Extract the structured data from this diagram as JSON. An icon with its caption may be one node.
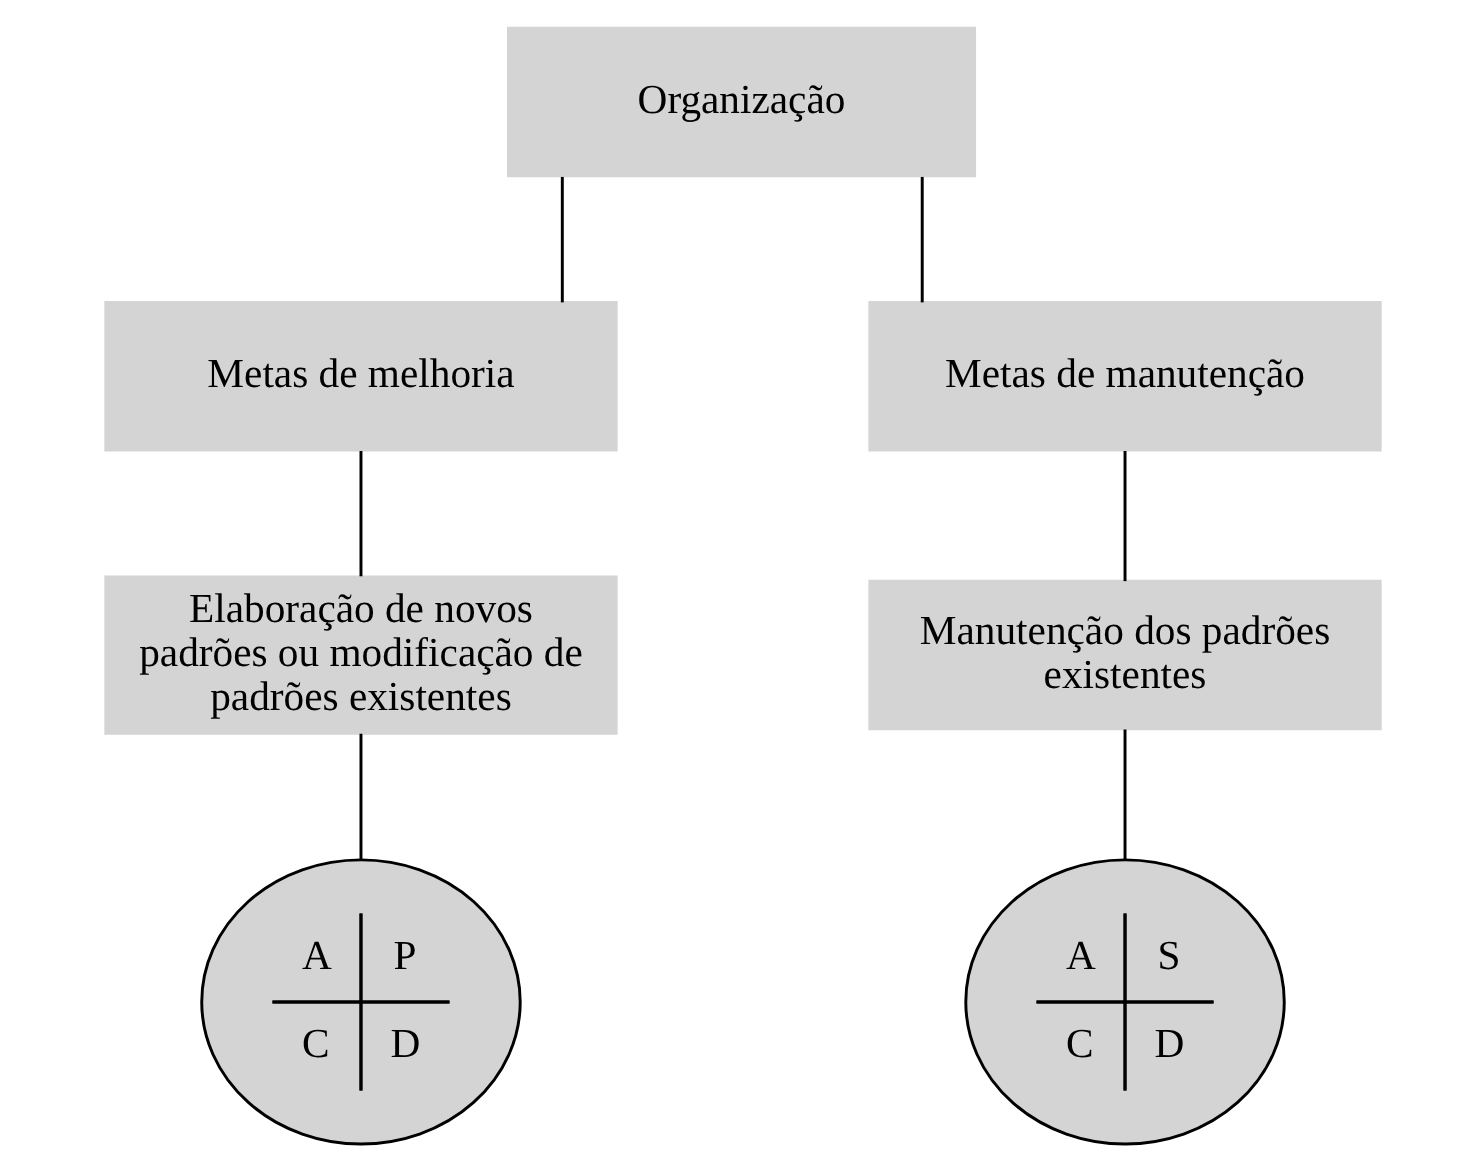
{
  "diagram": {
    "nodes": [
      {
        "text": [
          "Organização"
        ]
      },
      {
        "text": [
          "Metas de melhoria"
        ]
      },
      {
        "text": [
          "Metas de manutenção"
        ]
      },
      {
        "text": [
          "Elaboração de novos padrões ou modificação de padrões existentes"
        ]
      },
      {
        "text": [
          "Manutenção dos padrões existentes"
        ]
      },
      {
        "text": [
          "A",
          "P",
          "C",
          "D"
        ]
      },
      {
        "text": [
          "A",
          "S",
          "C",
          "D"
        ]
      }
    ],
    "edges": [
      {
        "from": 0,
        "to": 1,
        "arrow": "none"
      },
      {
        "from": 0,
        "to": 2,
        "arrow": "none"
      },
      {
        "from": 1,
        "to": 3,
        "arrow": "none"
      },
      {
        "from": 2,
        "to": 4,
        "arrow": "none"
      },
      {
        "from": 3,
        "to": 5,
        "arrow": "none"
      },
      {
        "from": 4,
        "to": 6,
        "arrow": "none"
      }
    ]
  }
}
